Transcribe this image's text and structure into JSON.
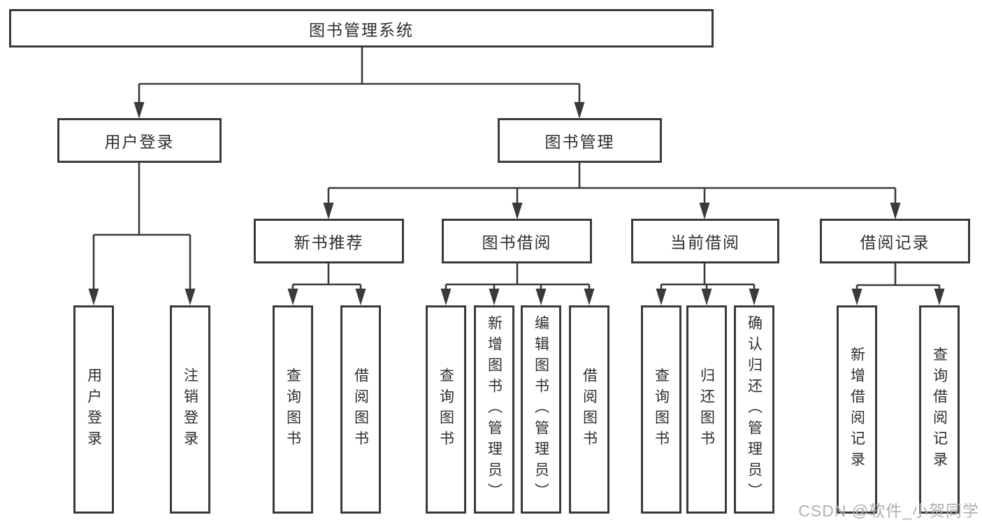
{
  "tree": {
    "root": {
      "label": "图书管理系统",
      "children": [
        {
          "label": "用户登录",
          "children": [
            {
              "label": "用户登录"
            },
            {
              "label": "注销登录"
            }
          ]
        },
        {
          "label": "图书管理",
          "children": [
            {
              "label": "新书推荐",
              "children": [
                {
                  "label": "查询图书"
                },
                {
                  "label": "借阅图书"
                }
              ]
            },
            {
              "label": "图书借阅",
              "children": [
                {
                  "label": "查询图书"
                },
                {
                  "label": "新增图书（管理员）"
                },
                {
                  "label": "编辑图书（管理员）"
                },
                {
                  "label": "借阅图书"
                }
              ]
            },
            {
              "label": "当前借阅",
              "children": [
                {
                  "label": "查询图书"
                },
                {
                  "label": "归还图书"
                },
                {
                  "label": "确认归还（管理员）"
                }
              ]
            },
            {
              "label": "借阅记录",
              "children": [
                {
                  "label": "新增借阅记录"
                },
                {
                  "label": "查询借阅记录"
                }
              ]
            }
          ]
        }
      ]
    }
  },
  "watermark": {
    "text": "CSDN @软件_小贺同学"
  },
  "colors": {
    "line": "#3a3a3a",
    "text": "#2e2e2e",
    "watermark": "#b3adad",
    "bg": "#ffffff"
  }
}
